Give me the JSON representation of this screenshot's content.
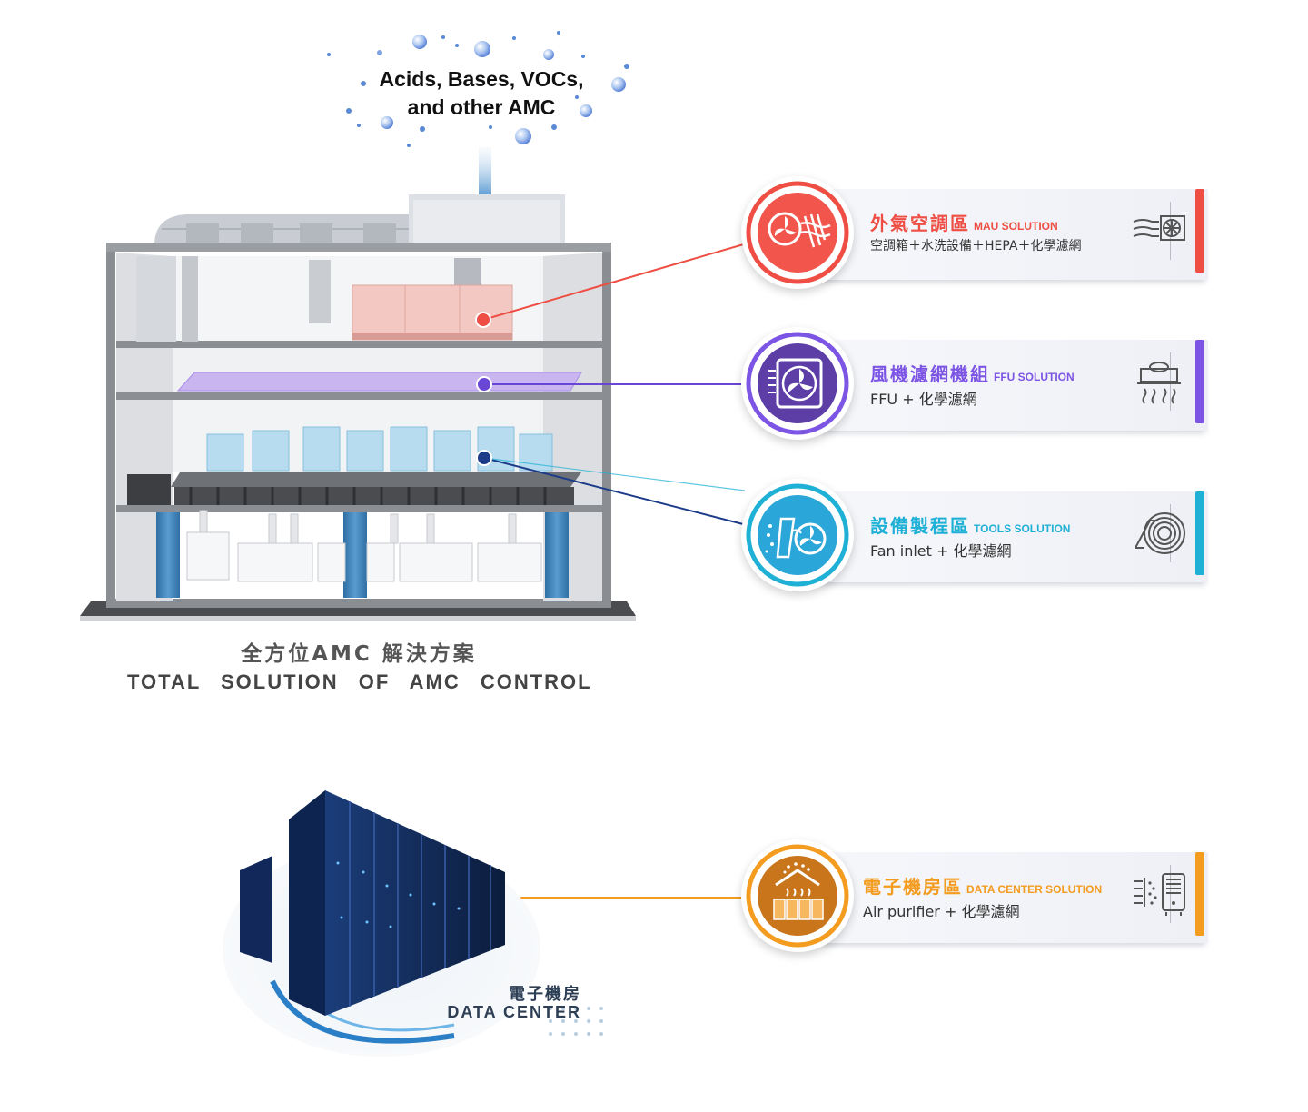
{
  "hazard_label": {
    "line1": "Acids, Bases, VOCs,",
    "line2": "and other AMC"
  },
  "building_caption": {
    "zh": "全方位AMC 解決方案",
    "en": "TOTAL SOLUTION OF AMC CONTROL"
  },
  "datacenter_caption": {
    "zh": "電子機房",
    "en": "DATA CENTER"
  },
  "solutions": [
    {
      "title_zh": "外氣空調區",
      "title_en": "MAU SOLUTION",
      "description": "空調箱＋水洗設備＋HEPA＋化學濾網",
      "color": "#ee4e43",
      "badge_icon": "fan-filter-icon",
      "side_icon": "air-handler-icon"
    },
    {
      "title_zh": "風機濾網機組",
      "title_en": "FFU SOLUTION",
      "description": "FFU + 化學濾網",
      "color": "#7c55e4",
      "badge_icon": "ffu-fan-icon",
      "side_icon": "ceiling-ffu-icon"
    },
    {
      "title_zh": "設備製程區",
      "title_en": "TOOLS SOLUTION",
      "description": "Fan  inlet + 化學濾網",
      "color": "#1fb0d6",
      "badge_icon": "fan-inlet-icon",
      "side_icon": "fan-grille-icon"
    },
    {
      "title_zh": "電子機房區",
      "title_en": "DATA CENTER SOLUTION",
      "description": "Air  purifier  + 化學濾網",
      "color": "#f39c1f",
      "badge_icon": "server-heat-icon",
      "side_icon": "air-purifier-icon"
    }
  ]
}
